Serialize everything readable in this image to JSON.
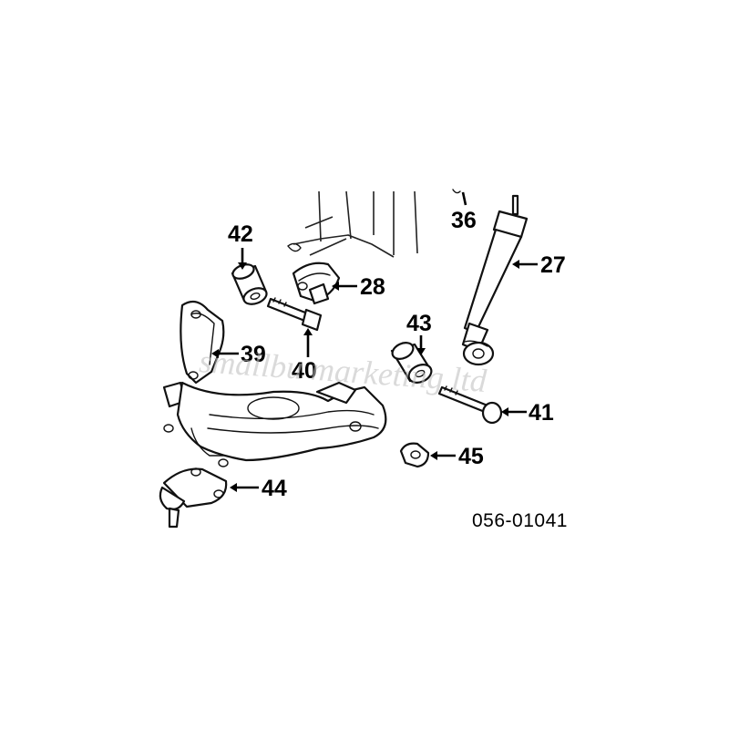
{
  "diagram": {
    "reference_code": "056-01041",
    "watermark": "smallbu marketing ltd",
    "callouts": [
      {
        "id": "36",
        "label": "36"
      },
      {
        "id": "42",
        "label": "42"
      },
      {
        "id": "27",
        "label": "27"
      },
      {
        "id": "28",
        "label": "28"
      },
      {
        "id": "43",
        "label": "43"
      },
      {
        "id": "39",
        "label": "39"
      },
      {
        "id": "40",
        "label": "40"
      },
      {
        "id": "41",
        "label": "41"
      },
      {
        "id": "45",
        "label": "45"
      },
      {
        "id": "44",
        "label": "44"
      }
    ]
  },
  "colors": {
    "line": "#111111",
    "background": "#ffffff",
    "watermark": "#bdbdbd"
  }
}
